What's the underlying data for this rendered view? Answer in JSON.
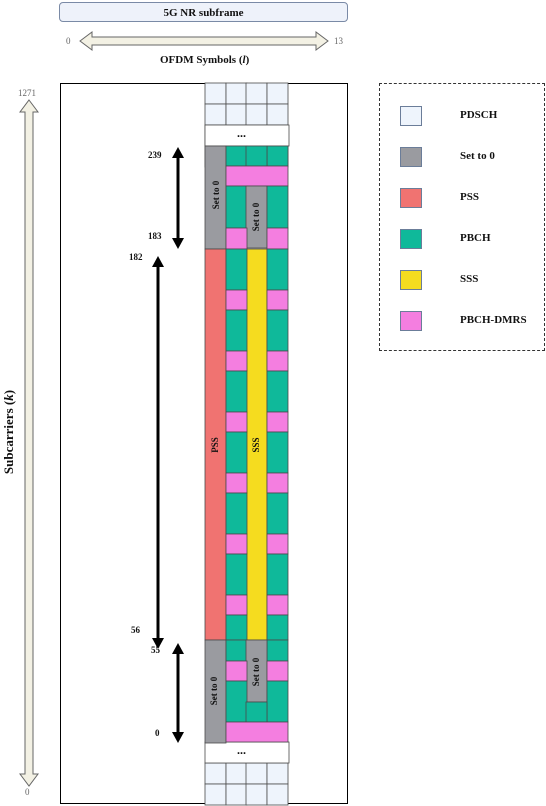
{
  "title": "5G NR subframe",
  "x_axis": {
    "label_prefix": "OFDM Symbols (",
    "label_var": "l",
    "label_suffix": ")",
    "min": "0",
    "max": "13"
  },
  "y_axis": {
    "label_prefix": "Subcarriers (",
    "label_var": "k",
    "label_suffix": ")",
    "min": "0",
    "max": "1271"
  },
  "markers": {
    "k239": "239",
    "k183": "183",
    "k182": "182",
    "k56": "56",
    "k55": "55",
    "k0": "0"
  },
  "ellipsis": "...",
  "regions": {
    "set_to_0": "Set to 0",
    "pss": "PSS",
    "sss": "SSS"
  },
  "legend": [
    {
      "label": "PDSCH",
      "color": "#eef4fc"
    },
    {
      "label": "Set to 0",
      "color": "#9a9ba0"
    },
    {
      "label": "PSS",
      "color": "#f07371"
    },
    {
      "label": "PBCH",
      "color": "#0fb99a"
    },
    {
      "label": "SSS",
      "color": "#f5dc1f"
    },
    {
      "label": "PBCH-DMRS",
      "color": "#f47ee0"
    }
  ],
  "colors": {
    "pdsch": "#eef4fc",
    "set0": "#9a9ba0",
    "pss": "#f07371",
    "pbch": "#0fb99a",
    "sss": "#f5dc1f",
    "dmrs": "#f47ee0",
    "axis_arrow": "#f3f1e4"
  }
}
